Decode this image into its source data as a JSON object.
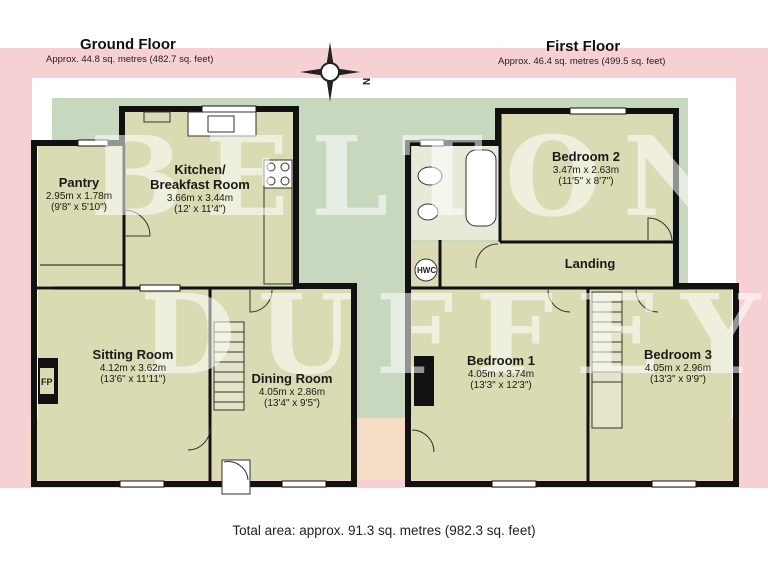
{
  "ground_floor": {
    "title": "Ground Floor",
    "area": "Approx. 44.8 sq. metres (482.7 sq. feet)",
    "rooms": [
      {
        "name": "Pantry",
        "dims": "2.95m x 1.78m",
        "imperial": "(9'8\" x 5'10\")"
      },
      {
        "name": "Kitchen/ Breakfast Room",
        "dims": "3.66m x 3.44m",
        "imperial": "(12' x 11'4\")"
      },
      {
        "name": "Sitting Room",
        "dims": "4.12m x 3.62m",
        "imperial": "(13'6\" x 11'11\")"
      },
      {
        "name": "Dining Room",
        "dims": "4.05m x 2.86m",
        "imperial": "(13'4\" x 9'5\")"
      }
    ],
    "fireplace_label": "FP"
  },
  "first_floor": {
    "title": "First Floor",
    "area": "Approx. 46.4 sq. metres (499.5 sq. feet)",
    "rooms": [
      {
        "name": "Bedroom 2",
        "dims": "3.47m x 2.63m",
        "imperial": "(11'5\" x 8'7\")"
      },
      {
        "name": "Landing",
        "dims": "",
        "imperial": ""
      },
      {
        "name": "Bedroom 1",
        "dims": "4.05m x 3.74m",
        "imperial": "(13'3\" x 12'3\")"
      },
      {
        "name": "Bedroom 3",
        "dims": "4.05m x 2.96m",
        "imperial": "(13'3\" x 9'9\")"
      }
    ],
    "hwc_label": "HWC"
  },
  "compass": {
    "label": "N"
  },
  "watermark": {
    "line1": "BELTON",
    "line2": "DUFFEY"
  },
  "total_area": "Total area: approx. 91.3 sq. metres (982.3 sq. feet)",
  "colors": {
    "wall": "#111111",
    "room_fill": "#d9dcb4",
    "band_green": "#c9d9c0",
    "band_pink": "#f6c9ce",
    "band_peach": "#f3dfc6"
  }
}
